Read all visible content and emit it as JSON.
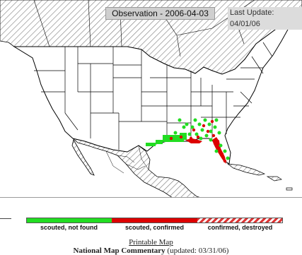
{
  "header": {
    "observation_label": "Observation - 2006-04-03",
    "last_update": "Last Update: 04/01/06"
  },
  "legend": {
    "items": [
      {
        "label": "scouted, not found",
        "color": "#22dd22"
      },
      {
        "label": "scouted, confirmed",
        "color": "#dd0000"
      },
      {
        "label": "confirmed, destroyed",
        "color": "#dd4444"
      }
    ]
  },
  "footer": {
    "printable_link": "Printable Map",
    "commentary_title": "National Map Commentary",
    "commentary_updated": " (updated: 03/31/06)"
  },
  "colors": {
    "land": "#ffffff",
    "foreign_land_hatch": "#555555",
    "boundaries": "#000000",
    "found": "#22dd22",
    "confirmed": "#dd0000"
  }
}
